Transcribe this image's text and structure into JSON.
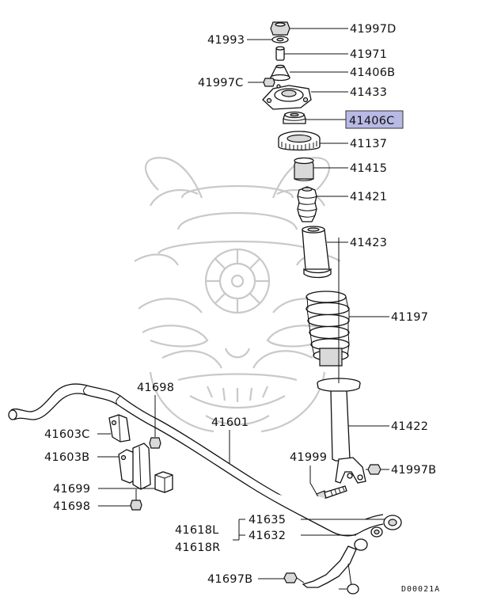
{
  "diagram": {
    "drawing_code": "D00021A",
    "highlight_color": "#b9b9e6",
    "callouts": [
      {
        "id": "c41997D",
        "part": "41997D",
        "highlighted": false
      },
      {
        "id": "c41993",
        "part": "41993",
        "highlighted": false
      },
      {
        "id": "c41971",
        "part": "41971",
        "highlighted": false
      },
      {
        "id": "c41406B",
        "part": "41406B",
        "highlighted": false
      },
      {
        "id": "c41997C",
        "part": "41997C",
        "highlighted": false
      },
      {
        "id": "c41433",
        "part": "41433",
        "highlighted": false
      },
      {
        "id": "c41406C",
        "part": "41406C",
        "highlighted": true
      },
      {
        "id": "c41137",
        "part": "41137",
        "highlighted": false
      },
      {
        "id": "c41415",
        "part": "41415",
        "highlighted": false
      },
      {
        "id": "c41421",
        "part": "41421",
        "highlighted": false
      },
      {
        "id": "c41423",
        "part": "41423",
        "highlighted": false
      },
      {
        "id": "c41197",
        "part": "41197",
        "highlighted": false
      },
      {
        "id": "c41698a",
        "part": "41698",
        "highlighted": false
      },
      {
        "id": "c41601",
        "part": "41601",
        "highlighted": false
      },
      {
        "id": "c41422",
        "part": "41422",
        "highlighted": false
      },
      {
        "id": "c41603C",
        "part": "41603C",
        "highlighted": false
      },
      {
        "id": "c41999",
        "part": "41999",
        "highlighted": false
      },
      {
        "id": "c41603B",
        "part": "41603B",
        "highlighted": false
      },
      {
        "id": "c41997B",
        "part": "41997B",
        "highlighted": false
      },
      {
        "id": "c41699",
        "part": "41699",
        "highlighted": false
      },
      {
        "id": "c41698b",
        "part": "41698",
        "highlighted": false
      },
      {
        "id": "c41635",
        "part": "41635",
        "highlighted": false
      },
      {
        "id": "c41618L",
        "part": "41618L",
        "highlighted": false
      },
      {
        "id": "c41632",
        "part": "41632",
        "highlighted": false
      },
      {
        "id": "c41618R",
        "part": "41618R",
        "highlighted": false
      },
      {
        "id": "c41697B",
        "part": "41697B",
        "highlighted": false
      }
    ]
  }
}
